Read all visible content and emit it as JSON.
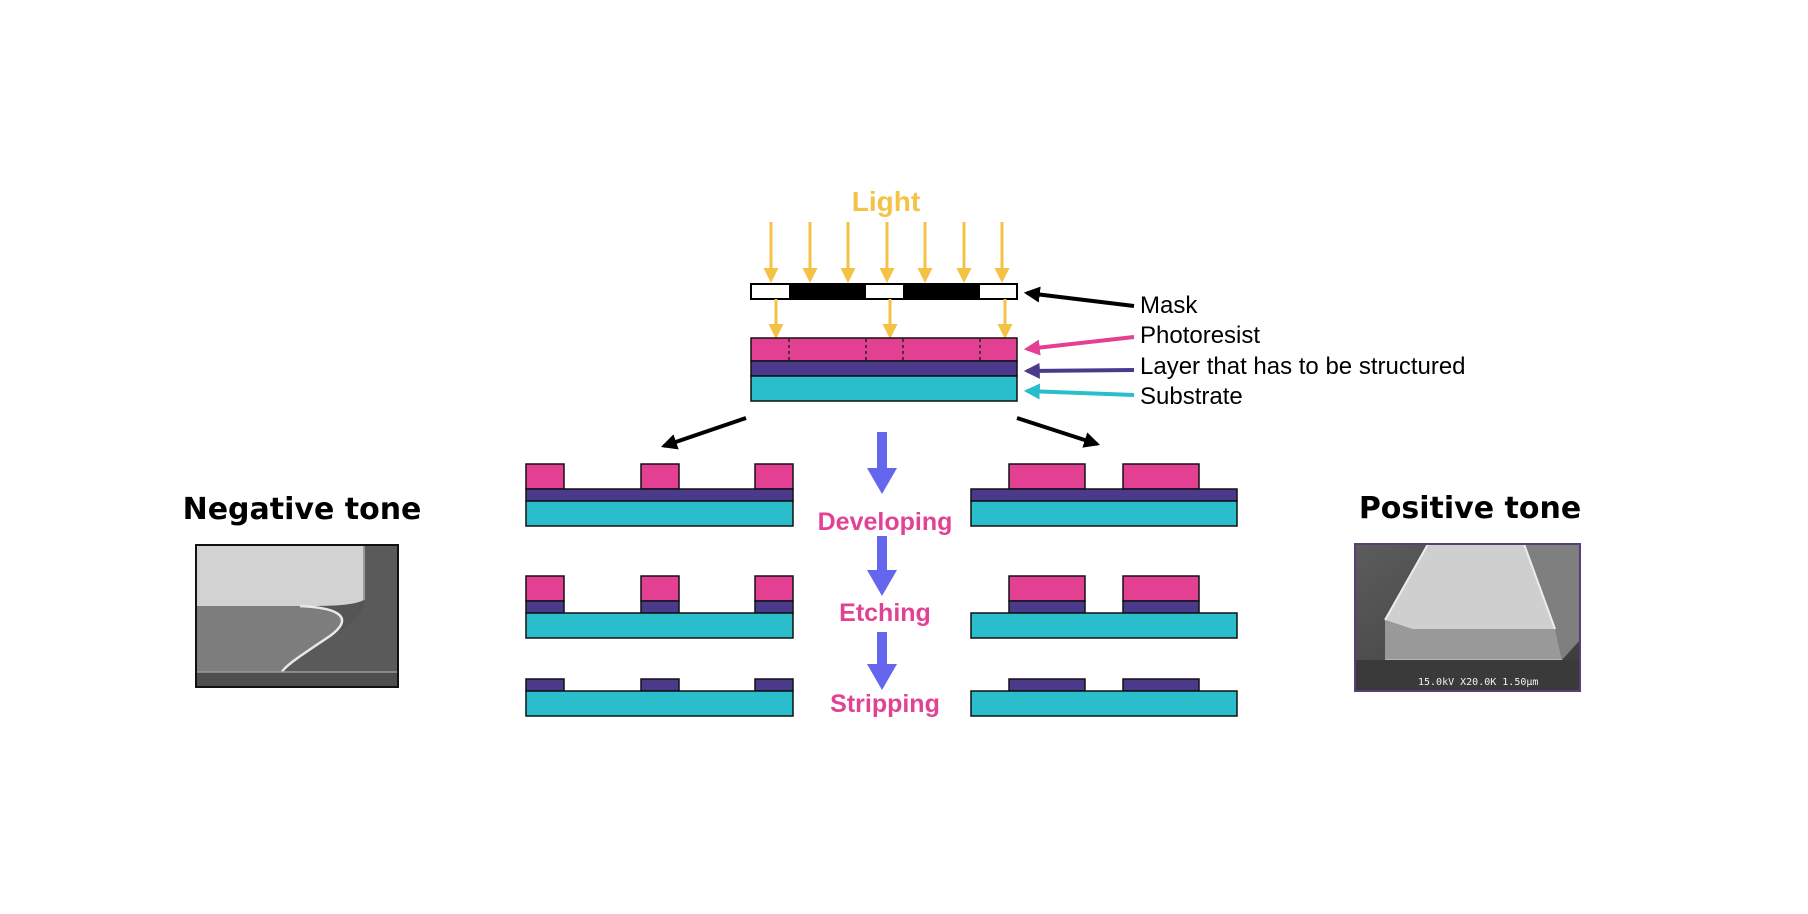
{
  "diagram": {
    "light_label": "Light",
    "layer_labels": {
      "mask": "Mask",
      "photoresist": "Photoresist",
      "layer": "Layer that has to be structured",
      "substrate": "Substrate"
    },
    "steps": {
      "developing": "Developing",
      "etching": "Etching",
      "stripping": "Stripping"
    },
    "tones": {
      "negative": "Negative tone",
      "positive": "Positive tone"
    },
    "sem_caption": "15.0kV X20.0K 1.50µm"
  },
  "colors": {
    "light": "#f4c245",
    "photoresist": "#e33f93",
    "layer": "#4b3a8c",
    "substrate": "#2abdcc",
    "process_arrow": "#6466ee",
    "step_text": "#e24294",
    "mask_dark": "#000000"
  },
  "icons": {
    "light_rays": "arrow-down",
    "process_flow": "arrow-down",
    "sem_negative": "sem-micrograph-undercut",
    "sem_positive": "sem-micrograph-slope"
  }
}
